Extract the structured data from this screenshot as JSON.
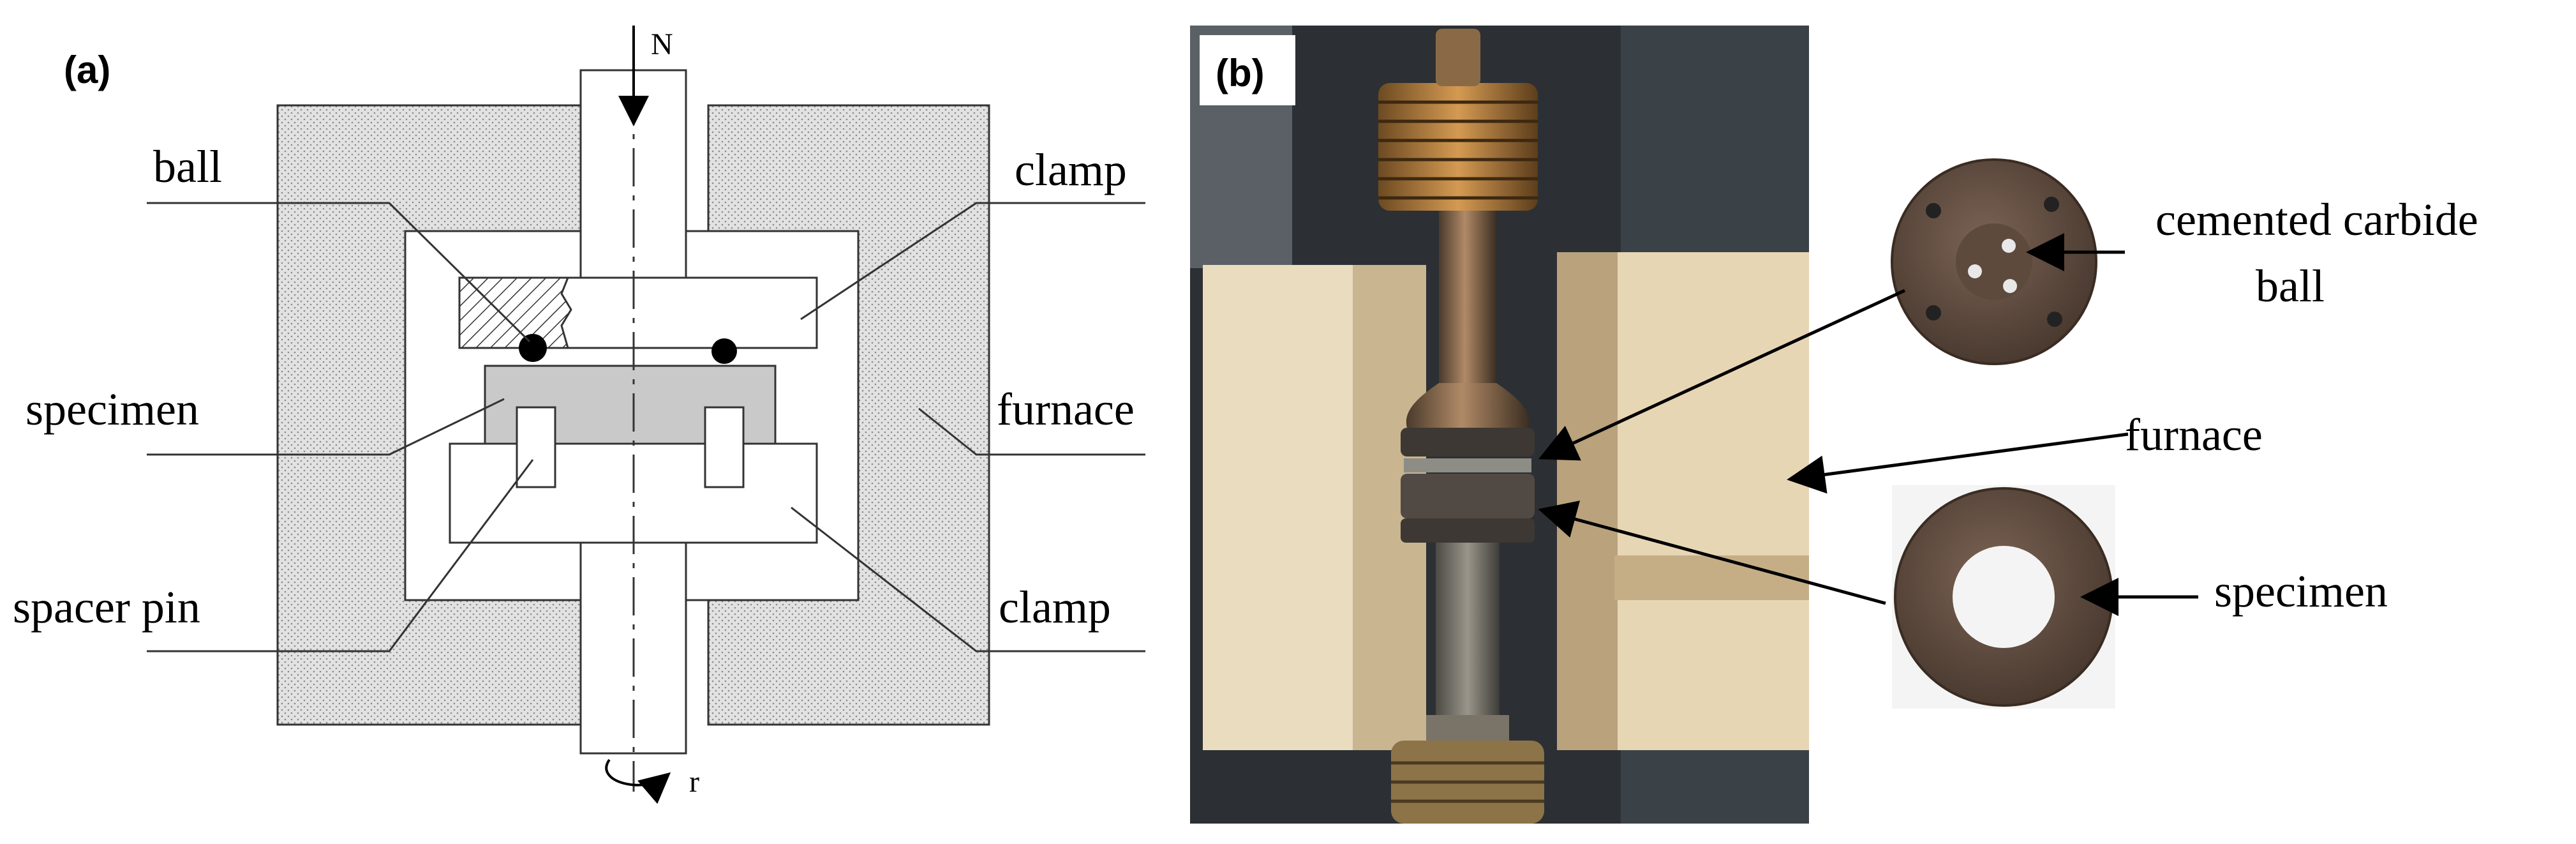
{
  "panel_a": {
    "tag": "(a)",
    "load_symbol": "N",
    "rotation_symbol": "r",
    "labels": {
      "ball": "ball",
      "specimen": "specimen",
      "spacer_pin": "spacer pin",
      "clamp_top": "clamp",
      "furnace": "furnace",
      "clamp_bottom": "clamp"
    }
  },
  "panel_b": {
    "tag": "(b)",
    "labels": {
      "cemented_carbide_line1": "cemented carbide",
      "cemented_carbide_line2": "ball",
      "furnace": "furnace",
      "specimen": "specimen"
    }
  },
  "colors": {
    "stipple_fill": "#e2e2e2",
    "specimen_fill": "#c9c9c9",
    "line": "#333333",
    "photo_background": "#2c3034",
    "brick": "#e7d6b4",
    "shaft_metal": "#7a5a40",
    "coil_copper": "#b07a3a",
    "disc_dark": "#3d3833",
    "inset_disc": "#6a5445"
  }
}
